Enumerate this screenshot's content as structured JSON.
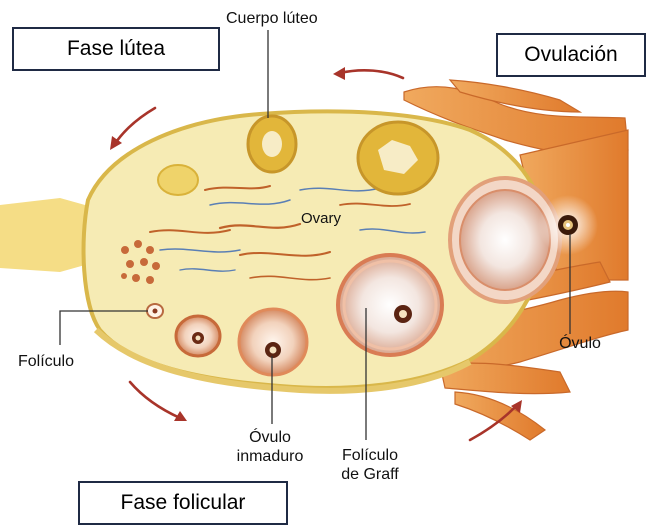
{
  "phases": {
    "lutea": "Fase lútea",
    "ovulation": "Ovulación",
    "follicular": "Fase folicular"
  },
  "labels": {
    "corpus_luteum": "Cuerpo lúteo",
    "ovary": "Ovary",
    "follicle": "Folículo",
    "ovum": "Óvulo",
    "immature_ovum_line1": "Óvulo",
    "immature_ovum_line2": "inmaduro",
    "graaf_line1": "Folículo",
    "graaf_line2": "de Graff"
  },
  "colors": {
    "ovary_fill": "#f6ebb4",
    "ovary_edge": "#d9b74a",
    "tissue_orange": "#e8893a",
    "corpus_luteum": "#e2b63a",
    "arrow": "#a8342a",
    "box_border": "#1f2a44"
  }
}
